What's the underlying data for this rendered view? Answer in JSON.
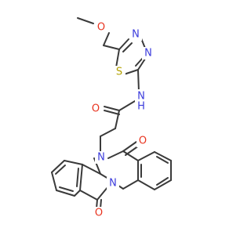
{
  "atoms": {
    "o_methoxy": "O",
    "n_thiadiazole_1": "N",
    "n_thiadiazole_2": "N",
    "s_thiadiazole": "S",
    "n_amide": "N",
    "h_amide": "H",
    "o_amide": "O",
    "n_quinazoline": "N",
    "o_quinazoline": "O",
    "n_bridge": "N",
    "o_isoindole": "O"
  },
  "colors": {
    "carbon": "#3a3a3a",
    "oxygen": "#e8331f",
    "nitrogen": "#3b3bdc",
    "sulfur": "#b3a100",
    "background": "#ffffff"
  }
}
